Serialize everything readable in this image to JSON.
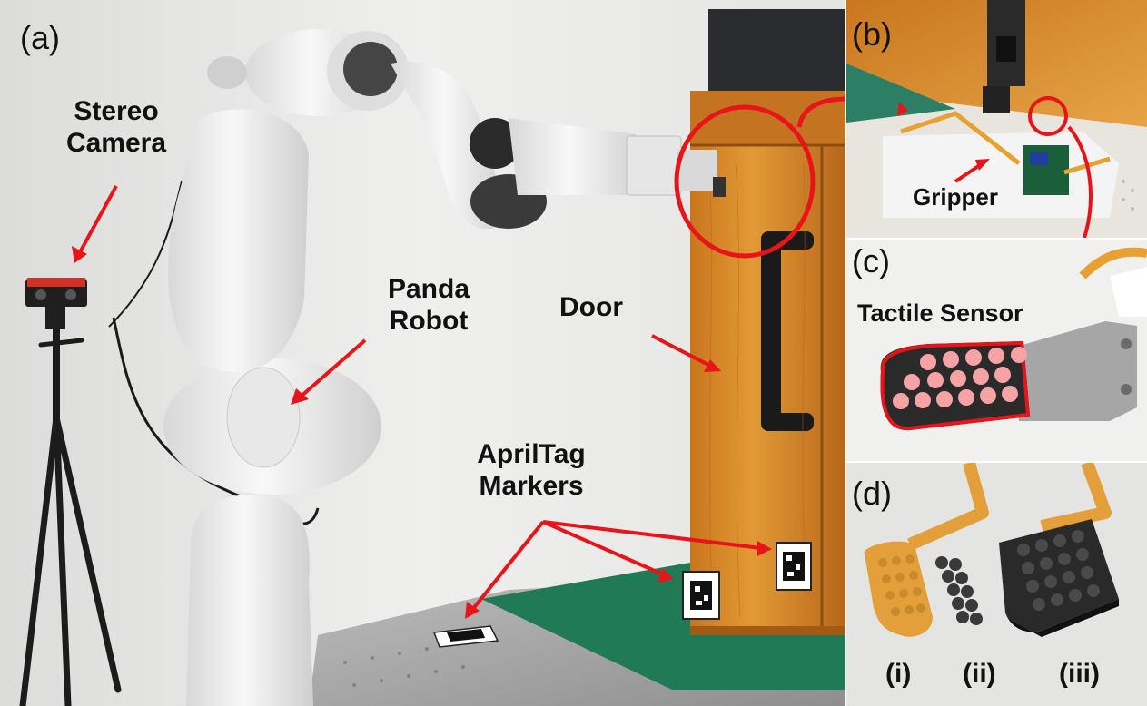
{
  "panels": {
    "a": {
      "label": "(a)",
      "callouts": {
        "stereo_camera": [
          "Stereo",
          "Camera"
        ],
        "panda_robot": [
          "Panda",
          "Robot"
        ],
        "door": "Door",
        "apriltag": [
          "AprilTag",
          "Markers"
        ]
      }
    },
    "b": {
      "label": "(b)",
      "gripper": "Gripper"
    },
    "c": {
      "label": "(c)",
      "tactile_sensor": "Tactile Sensor"
    },
    "d": {
      "label": "(d)",
      "items": [
        "(i)",
        "(ii)",
        "(iii)"
      ]
    }
  },
  "colors": {
    "annotation_red": "#e8141a",
    "wood": "#d98a2a",
    "table_green": "#1f7a55",
    "robot_white": "#f1f1f1",
    "sensor_dot": "#f7a3a5"
  },
  "icons": [
    "apriltag-marker-icon",
    "arrow-icon"
  ]
}
